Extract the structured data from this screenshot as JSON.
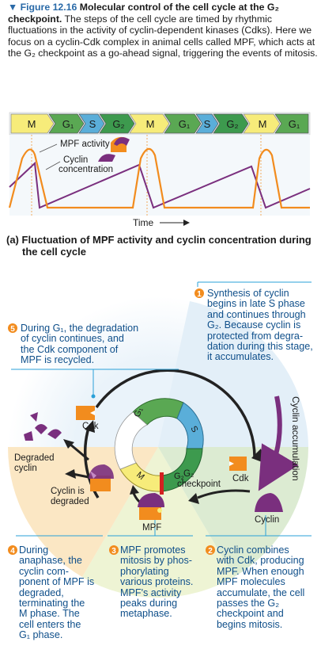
{
  "caption": {
    "figure_label": "▼ Figure 12.16",
    "title": "Molecular control of the cell cycle at the G₂ checkpoint.",
    "body": "The steps of the cell cycle are timed by rhythmic fluctuations in the activity of cyclin-dependent kinases (Cdks). Here we focus on a cyclin-Cdk complex in animal cells called MPF, which acts at the G₂ checkpoint as a go-ahead signal, triggering the events of mitosis."
  },
  "phase_bar": [
    "M",
    "G₁",
    "S",
    "G₂",
    "M",
    "G₁",
    "S",
    "G₂",
    "M",
    "G₁"
  ],
  "graph": {
    "mpf_label": "MPF activity",
    "cyclin_label": "Cyclin concentration",
    "cyclin_label_line1": "Cyclin",
    "cyclin_label_line2": "concentration",
    "time_label": "Time"
  },
  "part_a": {
    "letter": "(a)",
    "title_line1": "Fluctuation of MPF activity and cyclin concentration during",
    "title_line2": "the cell cycle"
  },
  "steps": [
    {
      "num": "1",
      "text": "Synthesis of cyclin begins in late S phase and continues through G₂. Because cyclin is protected from degradation during this stage, it accumulates."
    },
    {
      "num": "2",
      "text": "Cyclin combines with Cdk, producing MPF. When enough MPF molecules accumulate, the cell passes the G₂ checkpoint and begins mitosis."
    },
    {
      "num": "3",
      "text": "MPF promotes mitosis by phosphorylating various proteins. MPF's activity peaks during metaphase."
    },
    {
      "num": "4",
      "text": "During anaphase, the cyclin component of MPF is degraded, terminating the M phase. The cell enters the G₁ phase."
    },
    {
      "num": "5",
      "text": "During G₁, the degradation of cyclin continues, and the Cdk component of MPF is recycled."
    }
  ],
  "step_lines": {
    "s1": [
      "Synthesis of cyclin",
      "begins in late S phase",
      "and continues through",
      "G₂. Because cyclin is",
      "protected from degra-",
      "dation during this stage,",
      "it accumulates."
    ],
    "s2": [
      "Cyclin combines",
      "with Cdk, producing",
      "MPF. When enough",
      "MPF molecules",
      "accumulate, the cell",
      "passes the G₂",
      "checkpoint and",
      "begins mitosis."
    ],
    "s3": [
      "MPF promotes",
      "mitosis by phos-",
      "phorylating",
      "various proteins.",
      "MPF's activity",
      "peaks during",
      "metaphase."
    ],
    "s4": [
      "During",
      "anaphase, the",
      "cyclin com-",
      "ponent of MPF is",
      "degraded,",
      "terminating the",
      "M phase. The",
      "cell enters the",
      "G₁ phase."
    ],
    "s5": [
      "During G₁, the degradation",
      "of cyclin continues, and",
      "the Cdk component of",
      "MPF is recycled."
    ]
  },
  "cycle_labels": {
    "g1": "G₁",
    "s": "S",
    "g2": "G₂",
    "m": "M",
    "checkpoint_line1": "G₂",
    "checkpoint_line2": "checkpoint",
    "cdk_top": "Cdk",
    "cdk_right": "Cdk",
    "cyclin": "Cyclin",
    "mpf": "MPF",
    "degraded_line1": "Degraded",
    "degraded_line2": "cyclin",
    "is_degraded_line1": "Cyclin is",
    "is_degraded_line2": "degraded",
    "accumulation": "Cyclin accumulation"
  },
  "colors": {
    "caption_blue": "#2a6aa8",
    "step_blue": "#0f4f8a",
    "orange": "#f28c1e",
    "purple": "#7a2f7e",
    "g1_green": "#5aa853",
    "s_blue": "#5aaed9",
    "g2_green": "#3d9a4e",
    "m_yellow": "#f7ec7a",
    "cyclin_line": "#7a2f7e",
    "mpf_line": "#f28c1e"
  }
}
